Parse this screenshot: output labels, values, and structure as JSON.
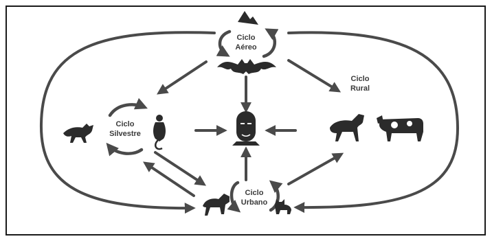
{
  "cycles": {
    "aereo": {
      "line1": "Ciclo",
      "line2": "Aéreo"
    },
    "silvestre": {
      "line1": "Ciclo",
      "line2": "Silvestre"
    },
    "rural": {
      "line1": "Ciclo",
      "line2": "Rural"
    },
    "urbano": {
      "line1": "Ciclo",
      "line2": "Urbano"
    }
  },
  "colors": {
    "ink": "#2b2b2b",
    "arrow": "#4a4a4a",
    "label": "#3a3a3a"
  },
  "icons": [
    "bat-icon",
    "mountain-icon",
    "fox-icon",
    "monkey-icon",
    "human-head-icon",
    "horse-icon",
    "cow-icon",
    "dog-icon",
    "cat-icon"
  ]
}
